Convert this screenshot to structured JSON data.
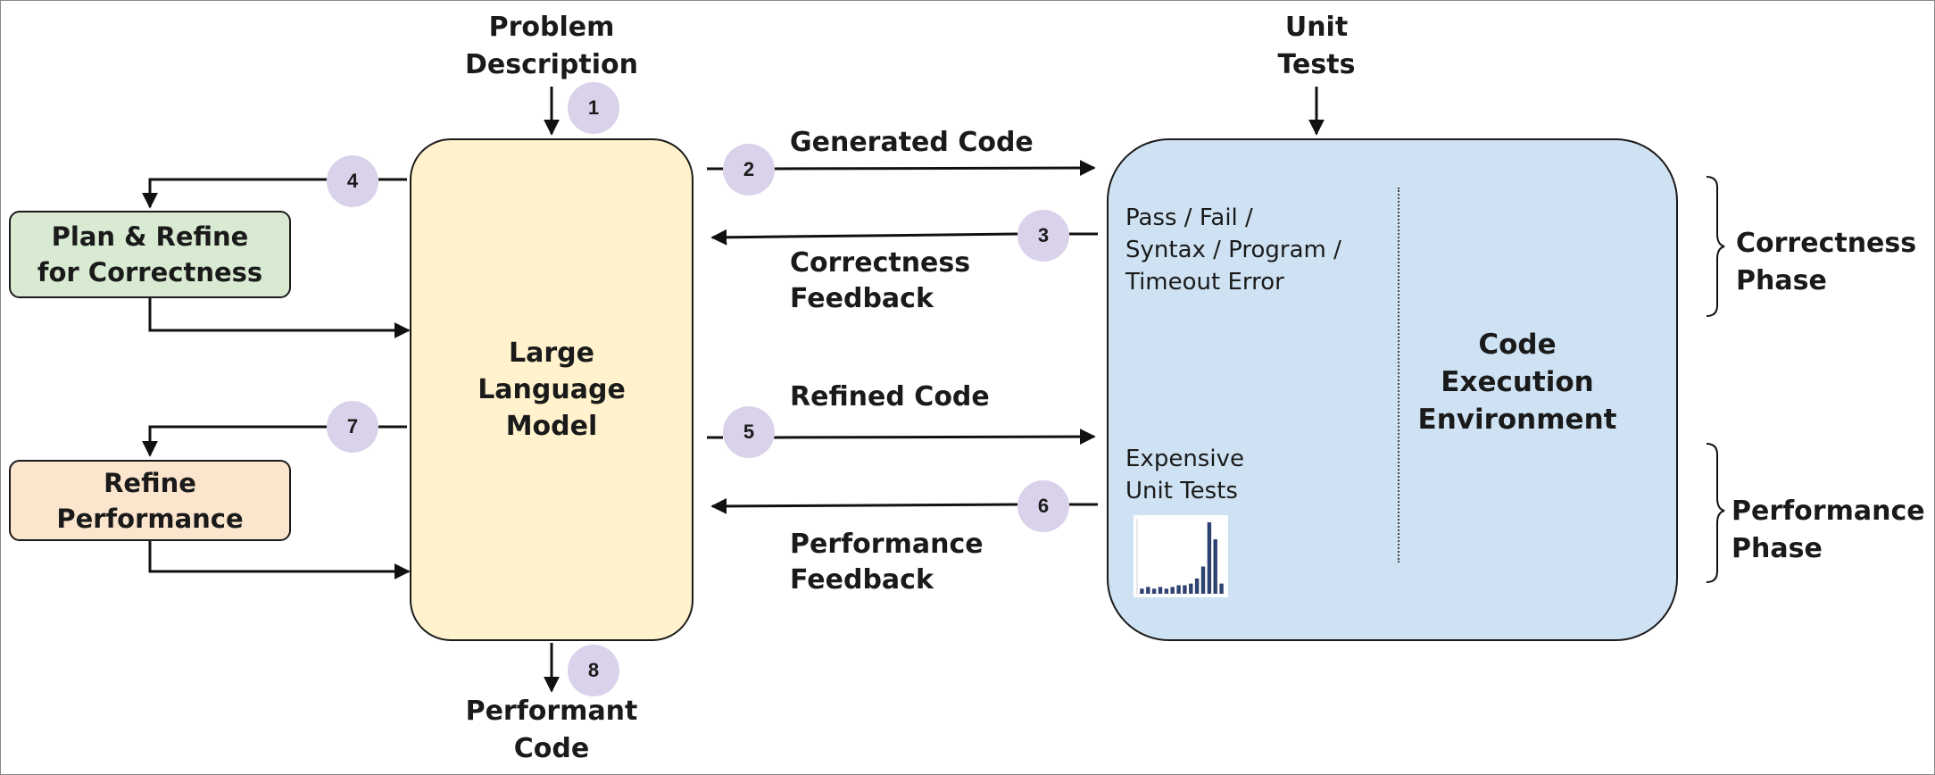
{
  "inputs": {
    "problem_description": [
      "Problem",
      "Description"
    ],
    "unit_tests": [
      "Unit",
      "Tests"
    ]
  },
  "output": {
    "performant_code": [
      "Performant",
      "Code"
    ]
  },
  "llm": {
    "label": [
      "Large",
      "Language",
      "Model"
    ]
  },
  "env": {
    "label": [
      "Code",
      "Execution",
      "Environment"
    ],
    "errors": [
      "Pass / Fail /",
      "Syntax / Program /",
      "Timeout Error"
    ],
    "expensive_tests": [
      "Expensive",
      "Unit Tests"
    ]
  },
  "side_boxes": {
    "plan_refine": [
      "Plan & Refine",
      "for Correctness"
    ],
    "refine_performance": [
      "Refine",
      "Performance"
    ]
  },
  "flows": {
    "generated_code": "Generated Code",
    "correctness_feedback": [
      "Correctness",
      "Feedback"
    ],
    "refined_code": "Refined Code",
    "performance_feedback": [
      "Performance",
      "Feedback"
    ]
  },
  "phases": {
    "correctness": [
      "Correctness",
      "Phase"
    ],
    "performance": [
      "Performance",
      "Phase"
    ]
  },
  "steps": [
    "1",
    "2",
    "3",
    "4",
    "5",
    "6",
    "7",
    "8"
  ],
  "colors": {
    "llm_fill": "#fff2cc",
    "env_fill": "#cfe2f3",
    "plan_fill": "#d9ead3",
    "refine_fill": "#fce5cd",
    "badge_fill": "#d9d2ea",
    "mini_chart_bar": "#2e4272"
  },
  "mini_chart": {
    "values": [
      3,
      4,
      3,
      4,
      3,
      4,
      5,
      5,
      6,
      9,
      16,
      42,
      32,
      6
    ]
  }
}
